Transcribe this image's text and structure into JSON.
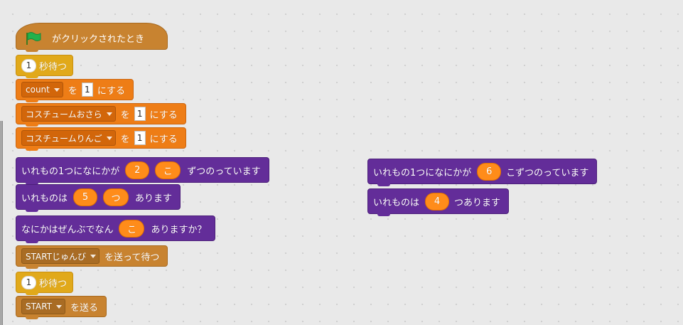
{
  "colors": {
    "control": "#e1a91a",
    "data": "#ee7d16",
    "looks": "#632d99",
    "events": "#c88330",
    "reporter": "#ff8c1a",
    "flag": "#22b14c"
  },
  "script1": {
    "hat": {
      "icon": "green-flag-icon",
      "label": "がクリックされたとき"
    },
    "wait1": {
      "value": "1",
      "label": "秒待つ"
    },
    "set_count": {
      "var": "count",
      "wo": "を",
      "value": "1",
      "suffix": "にする"
    },
    "set_costume_osara": {
      "var": "コスチュームおさら",
      "wo": "を",
      "value": "1",
      "suffix": "にする"
    },
    "set_costume_ringo": {
      "var": "コスチュームりんご",
      "wo": "を",
      "value": "1",
      "suffix": "にする"
    },
    "say1": {
      "prefix": "いれもの1つになにかが",
      "value": "2",
      "unit": "こ",
      "suffix": "ずつのっています"
    },
    "say2": {
      "prefix": "いれものは",
      "value": "5",
      "unit": "つ",
      "suffix": "あります"
    },
    "say3": {
      "prefix": "なにかはぜんぶでなん",
      "unit": "こ",
      "suffix": "ありますか？"
    },
    "broadcast_wait": {
      "message": "STARTじゅんび",
      "suffix": "を送って待つ"
    },
    "wait2": {
      "value": "1",
      "label": "秒待つ"
    },
    "broadcast": {
      "message": "START",
      "suffix": "を送る"
    }
  },
  "script2": {
    "say1": {
      "prefix": "いれもの1つになにかが",
      "value": "6",
      "suffix": "こずつのっています"
    },
    "say2": {
      "prefix": "いれものは",
      "value": "4",
      "suffix": "つあります"
    }
  }
}
